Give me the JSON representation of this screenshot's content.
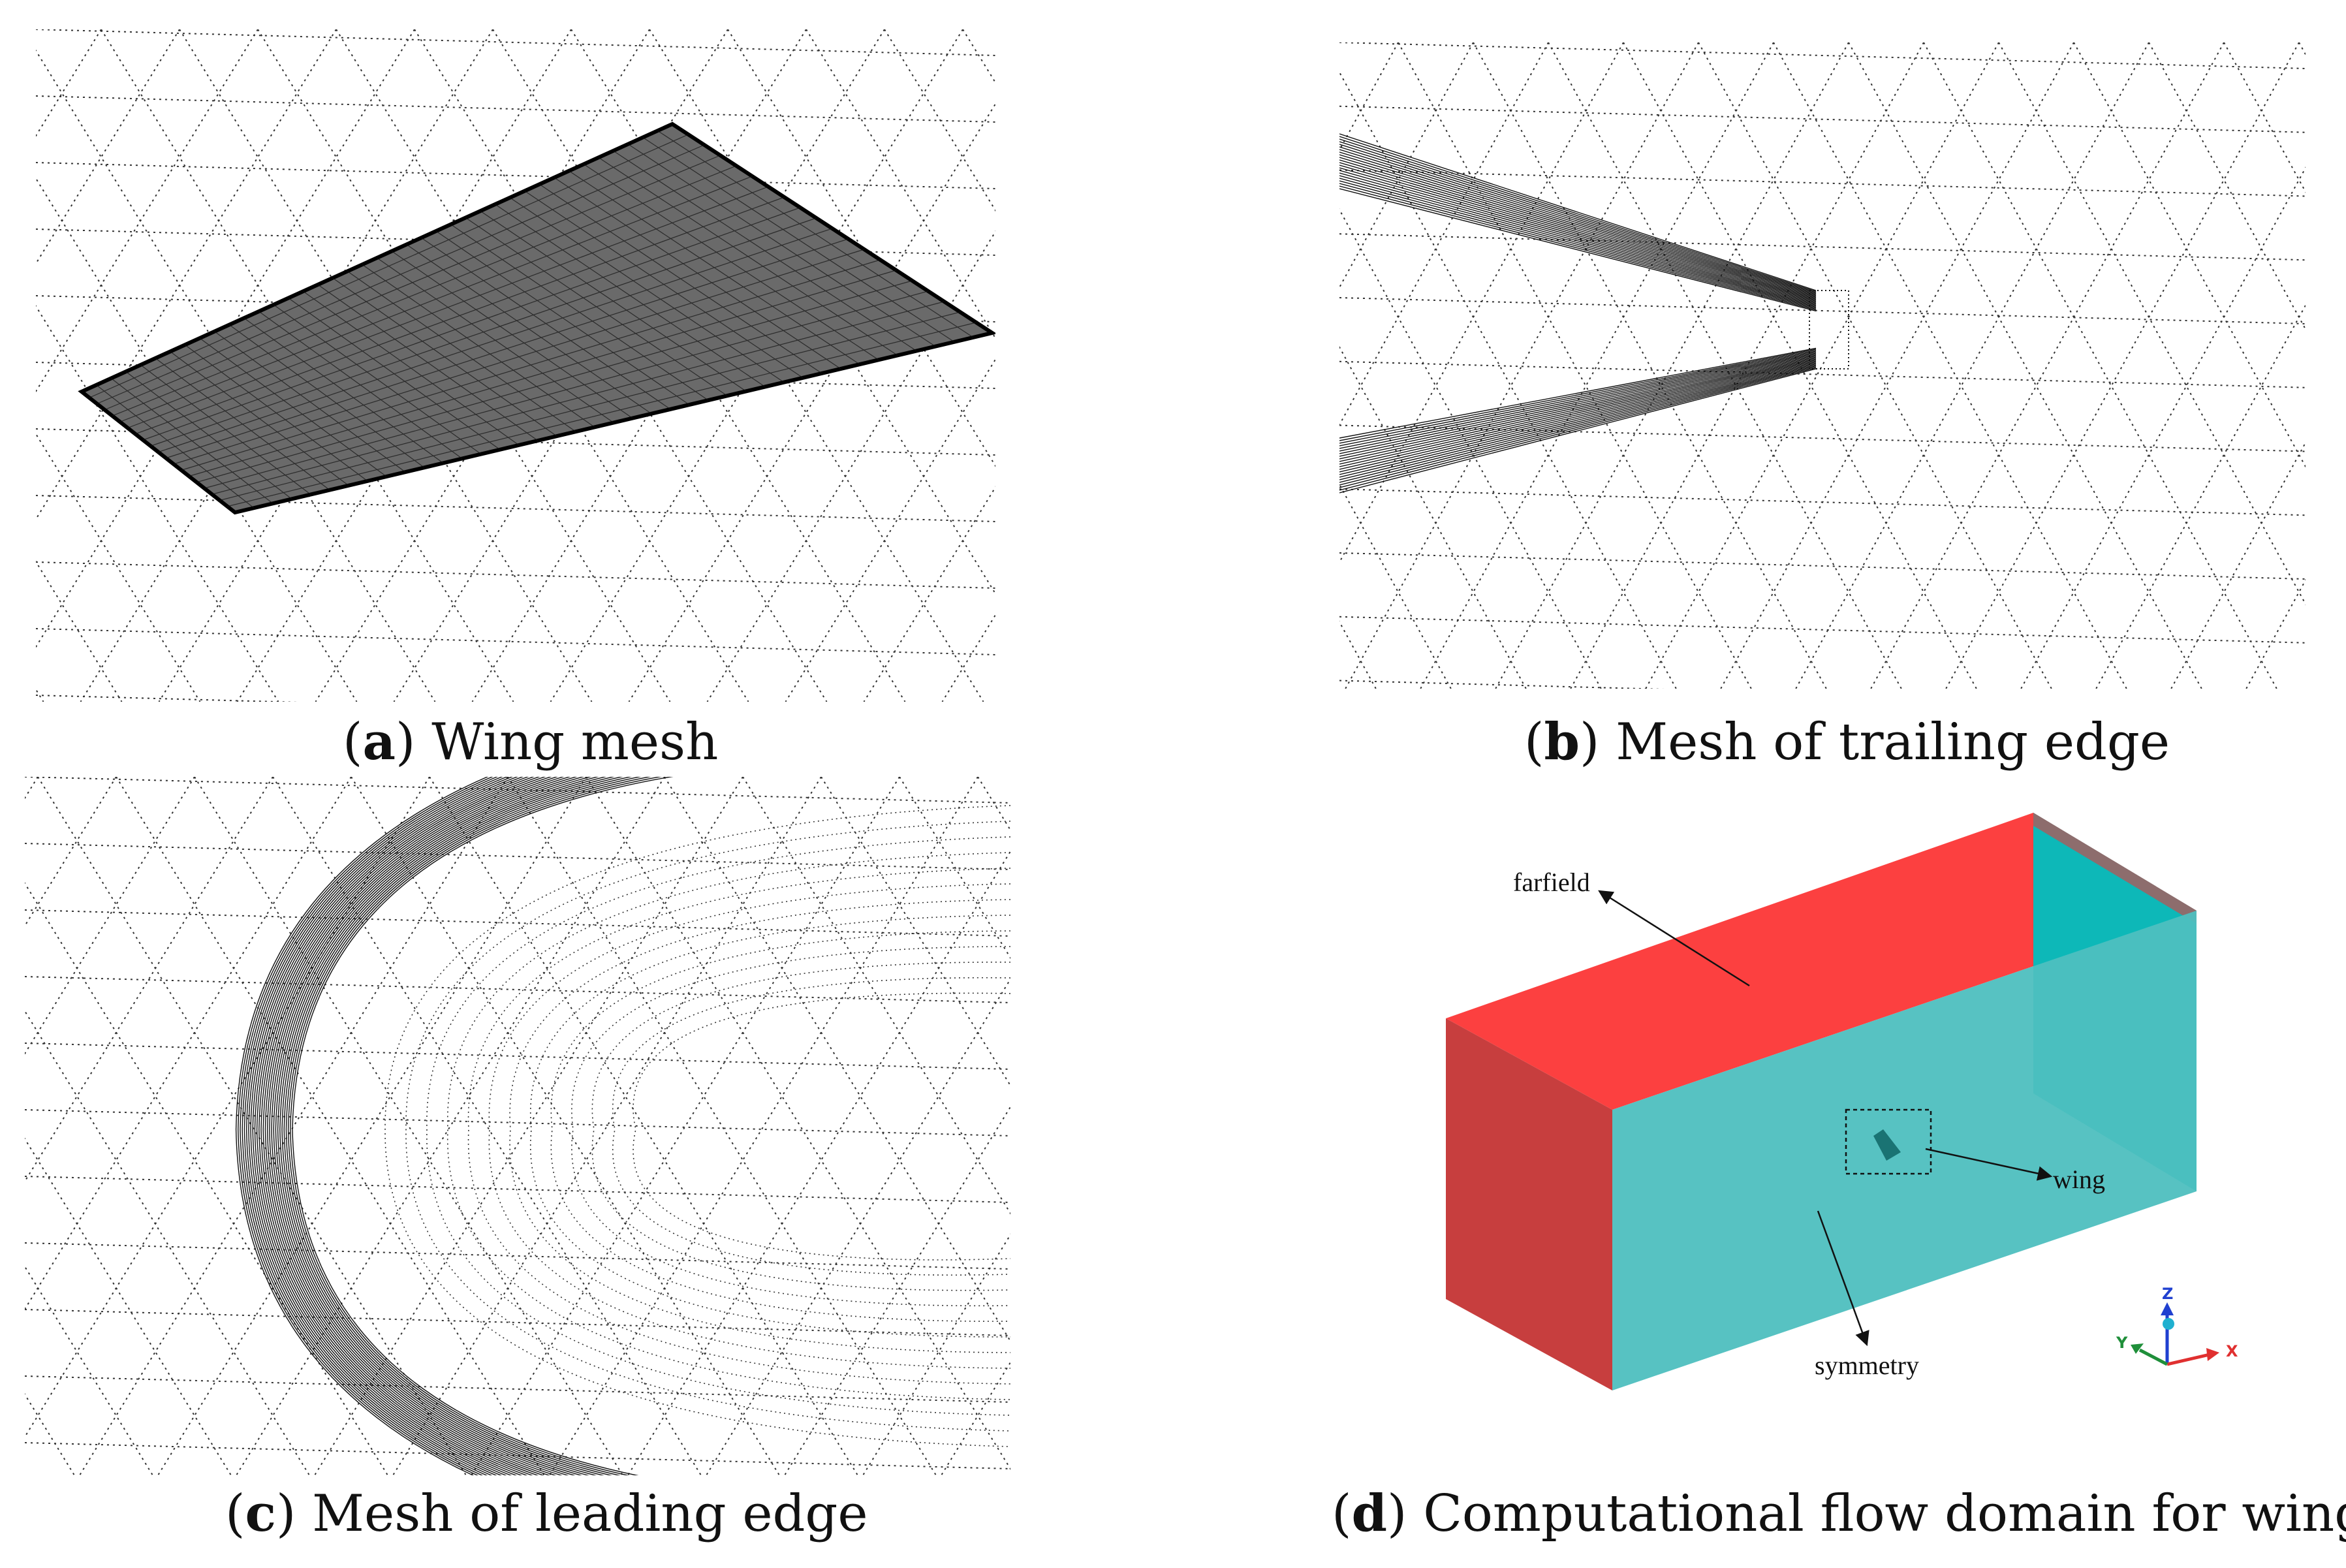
{
  "panels": [
    {
      "id": "a",
      "letter": "a",
      "caption": " Wing mesh"
    },
    {
      "id": "b",
      "letter": "b",
      "caption": " Mesh of trailing edge"
    },
    {
      "id": "c",
      "letter": "c",
      "caption": " Mesh of leading edge"
    },
    {
      "id": "d",
      "letter": "d",
      "caption": " Computational flow domain for wing"
    }
  ],
  "domain_labels": {
    "farfield": "farfield",
    "wing": "wing",
    "symmetry": "symmetry"
  },
  "axes": {
    "x": "X",
    "y": "Y",
    "z": "Z"
  },
  "colors": {
    "farfield_top": "#fc4040",
    "farfield_side": "#c73e3e",
    "symmetry_front": "#4ebfbf",
    "symmetry_right": "#00bfbf",
    "wing": "#1a7373",
    "mesh": "#333333",
    "axis_x": "#e03030",
    "axis_y": "#1f8f3a",
    "axis_z": "#2040d0"
  }
}
